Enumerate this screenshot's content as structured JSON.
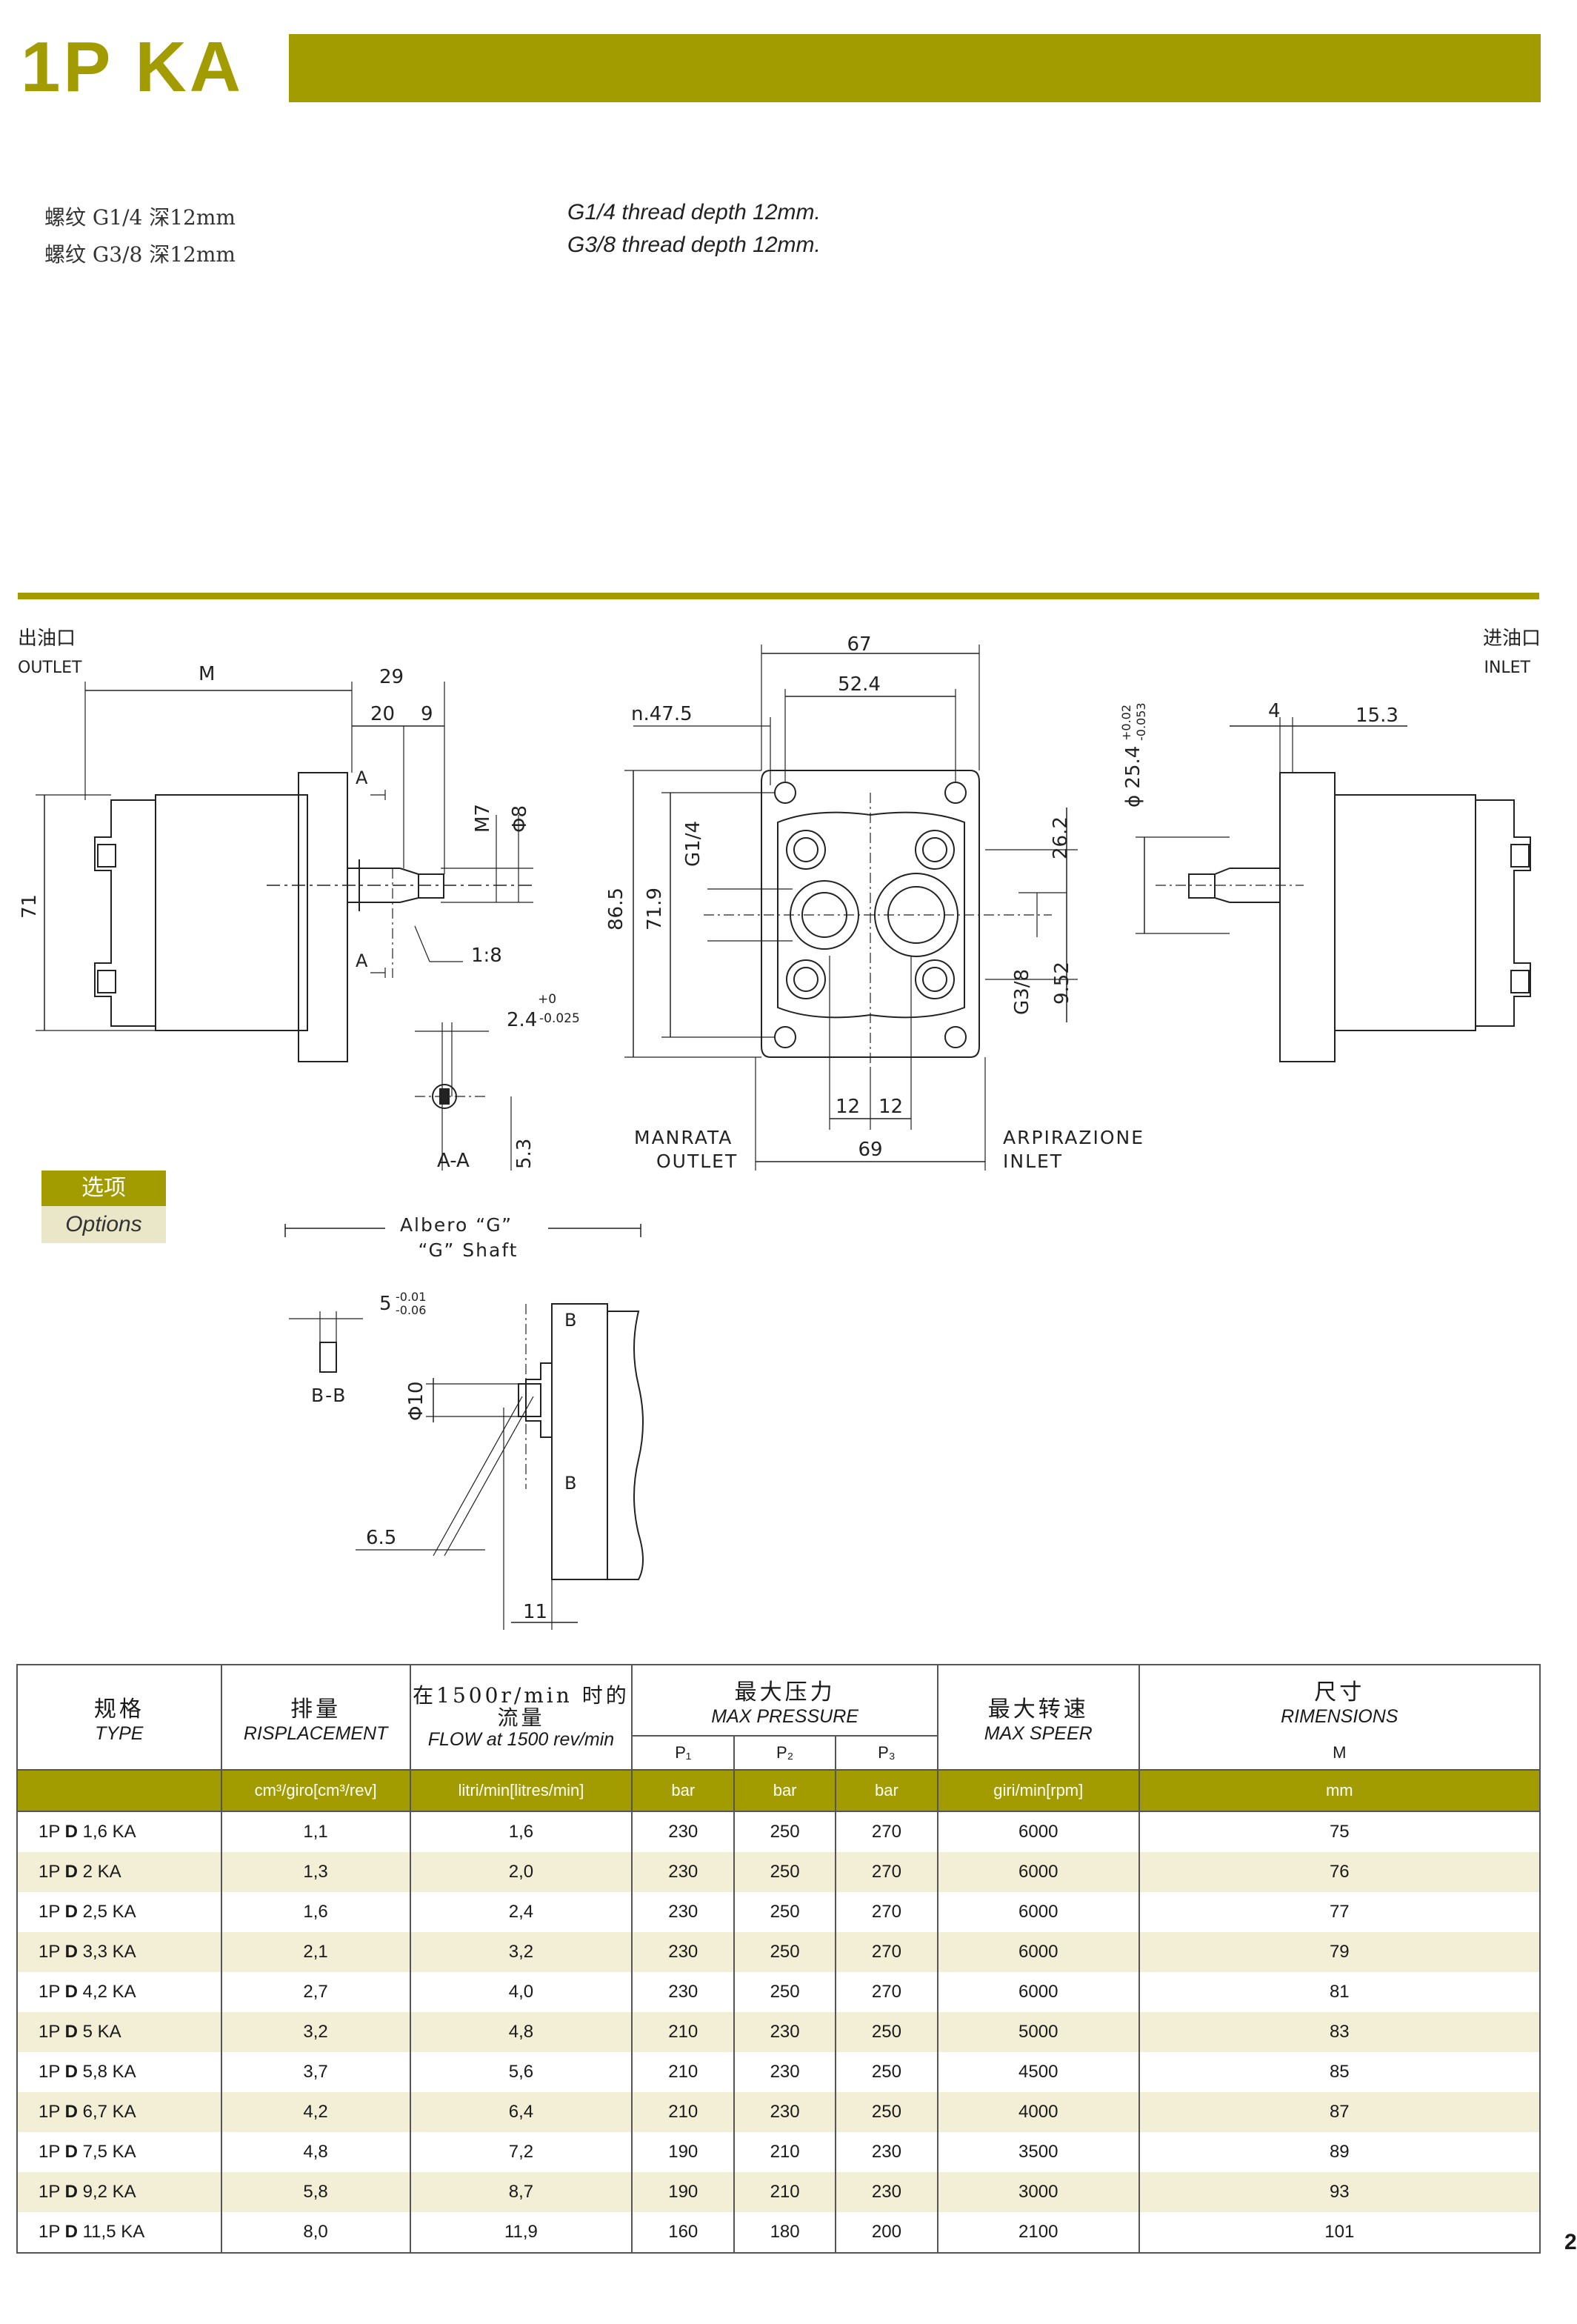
{
  "header": {
    "title": "1P KA"
  },
  "notes": {
    "cn": [
      "螺纹 G1/4 深12mm",
      "螺纹 G3/8 深12mm"
    ],
    "en": [
      "G1/4 thread depth 12mm.",
      "G3/8 thread depth 12mm."
    ]
  },
  "drawing": {
    "outlet_cn": "出油口",
    "outlet_en": "OUTLET",
    "inlet_cn": "进油口",
    "inlet_en": "INLET",
    "dims_left": {
      "m": "M",
      "d29": "29",
      "d20": "20",
      "d9": "9",
      "d71": "71",
      "m7": "M7",
      "phi8": "Φ8",
      "taper": "1:8",
      "a_top": "A",
      "a_bot": "A",
      "key": "2.4",
      "key_tol_up": "+0",
      "key_tol_dn": "-0.025",
      "d53": "5.3",
      "section": "A-A"
    },
    "dims_front": {
      "d67": "67",
      "d524": "52.4",
      "n475": "n.47.5",
      "d865": "86.5",
      "d719": "71.9",
      "g14": "G1/4",
      "g38": "G3/8",
      "d262": "26.2",
      "d952": "9.52",
      "d12a": "12",
      "d12b": "12",
      "d69": "69",
      "manrata": "MANRATA",
      "outlet": "OUTLET",
      "arpirazione": "ARPIRAZIONE",
      "inlet": "INLET"
    },
    "dims_right": {
      "phi254": "ϕ 25.4",
      "tol_up": "+0.02",
      "tol_dn": "-0.053",
      "d4": "4",
      "d153": "15.3"
    },
    "options_cn": "选项",
    "options_en": "Options",
    "shaft": {
      "albero": "Albero “G”",
      "gshaft": "“G” Shaft",
      "d5": "5",
      "tol_up": "-0.01",
      "tol_dn": "-0.06",
      "bb": "B-B",
      "phi10": "Φ10",
      "b_top": "B",
      "b_bot": "B",
      "d65": "6.5",
      "d11": "11"
    }
  },
  "table": {
    "headers": [
      {
        "cn": "规格",
        "en": "TYPE"
      },
      {
        "cn": "排量",
        "en": "RISPLACEMENT"
      },
      {
        "cn": "在1500r/min 时的流量",
        "en": "FLOW at 1500 rev/min"
      },
      {
        "cn": "最大压力",
        "en": "MAX  PRESSURE"
      },
      {
        "cn": "最大转速",
        "en": "MAX  SPEER"
      },
      {
        "cn": "尺寸",
        "en": "RIMENSIONS"
      }
    ],
    "pressure_cols": [
      "P₁",
      "P₂",
      "P₃"
    ],
    "m_col": "M",
    "units": [
      "",
      "cm³/giro[cm³/rev]",
      "litri/min[litres/min]",
      "bar",
      "bar",
      "bar",
      "giri/min[rpm]",
      "mm"
    ],
    "rows": [
      {
        "pre": "1P ",
        "d": "D",
        "post": " 1,6 KA",
        "disp": "1,1",
        "flow": "1,6",
        "p1": "230",
        "p2": "250",
        "p3": "270",
        "speed": "6000",
        "m": "75"
      },
      {
        "pre": "1P ",
        "d": "D",
        "post": " 2 KA",
        "disp": "1,3",
        "flow": "2,0",
        "p1": "230",
        "p2": "250",
        "p3": "270",
        "speed": "6000",
        "m": "76"
      },
      {
        "pre": "1P ",
        "d": "D",
        "post": " 2,5 KA",
        "disp": "1,6",
        "flow": "2,4",
        "p1": "230",
        "p2": "250",
        "p3": "270",
        "speed": "6000",
        "m": "77"
      },
      {
        "pre": "1P ",
        "d": "D",
        "post": " 3,3 KA",
        "disp": "2,1",
        "flow": "3,2",
        "p1": "230",
        "p2": "250",
        "p3": "270",
        "speed": "6000",
        "m": "79"
      },
      {
        "pre": "1P ",
        "d": "D",
        "post": " 4,2 KA",
        "disp": "2,7",
        "flow": "4,0",
        "p1": "230",
        "p2": "250",
        "p3": "270",
        "speed": "6000",
        "m": "81"
      },
      {
        "pre": "1P ",
        "d": "D",
        "post": " 5 KA",
        "disp": "3,2",
        "flow": "4,8",
        "p1": "210",
        "p2": "230",
        "p3": "250",
        "speed": "5000",
        "m": "83"
      },
      {
        "pre": "1P ",
        "d": "D",
        "post": " 5,8 KA",
        "disp": "3,7",
        "flow": "5,6",
        "p1": "210",
        "p2": "230",
        "p3": "250",
        "speed": "4500",
        "m": "85"
      },
      {
        "pre": "1P ",
        "d": "D",
        "post": " 6,7 KA",
        "disp": "4,2",
        "flow": "6,4",
        "p1": "210",
        "p2": "230",
        "p3": "250",
        "speed": "4000",
        "m": "87"
      },
      {
        "pre": "1P ",
        "d": "D",
        "post": " 7,5 KA",
        "disp": "4,8",
        "flow": "7,2",
        "p1": "190",
        "p2": "210",
        "p3": "230",
        "speed": "3500",
        "m": "89"
      },
      {
        "pre": "1P ",
        "d": "D",
        "post": " 9,2 KA",
        "disp": "5,8",
        "flow": "8,7",
        "p1": "190",
        "p2": "210",
        "p3": "230",
        "speed": "3000",
        "m": "93"
      },
      {
        "pre": "1P ",
        "d": "D",
        "post": " 11,5 KA",
        "disp": "8,0",
        "flow": "11,9",
        "p1": "160",
        "p2": "180",
        "p3": "200",
        "speed": "2100",
        "m": "101"
      }
    ]
  },
  "page_number": "2"
}
